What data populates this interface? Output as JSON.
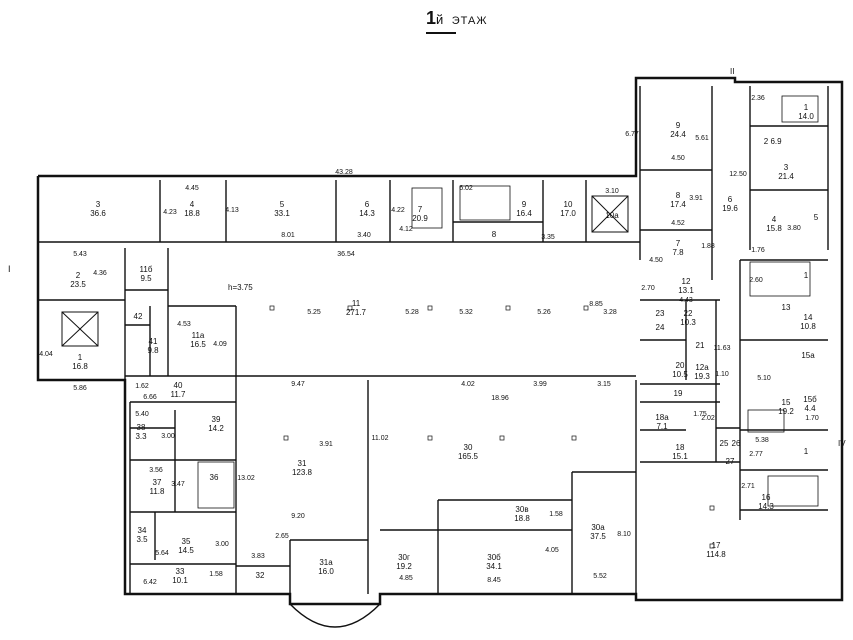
{
  "title": {
    "number": "1",
    "suffix": "й",
    "word": "ЭТАЖ"
  },
  "axis_marks": {
    "left": "I",
    "top": "II",
    "right": "IV"
  },
  "height_note": "h=3.75",
  "rooms": [
    {
      "id": "r3",
      "num": "3",
      "area": "36.6"
    },
    {
      "id": "r4",
      "num": "4",
      "area": "18.8"
    },
    {
      "id": "r5",
      "num": "5",
      "area": "33.1"
    },
    {
      "id": "r6",
      "num": "6",
      "area": "14.3"
    },
    {
      "id": "r7",
      "num": "7",
      "area": "20.9"
    },
    {
      "id": "r8",
      "num": "8",
      "area": ""
    },
    {
      "id": "r9",
      "num": "9",
      "area": "16.4"
    },
    {
      "id": "r10",
      "num": "10",
      "area": "17.0"
    },
    {
      "id": "r10a",
      "num": "10а",
      "area": ""
    },
    {
      "id": "r2",
      "num": "2",
      "area": "23.5"
    },
    {
      "id": "r1",
      "num": "1",
      "area": "16.8"
    },
    {
      "id": "r11b",
      "num": "11б",
      "area": "9.5"
    },
    {
      "id": "r42",
      "num": "42",
      "area": ""
    },
    {
      "id": "r41",
      "num": "41",
      "area": "9.8"
    },
    {
      "id": "r11a",
      "num": "11а",
      "area": "16.5"
    },
    {
      "id": "r11",
      "num": "11",
      "area": "271.7"
    },
    {
      "id": "r40",
      "num": "40",
      "area": "11.7"
    },
    {
      "id": "r38",
      "num": "38",
      "area": "3.3"
    },
    {
      "id": "r39",
      "num": "39",
      "area": "14.2"
    },
    {
      "id": "r37",
      "num": "37",
      "area": "11.8"
    },
    {
      "id": "r36",
      "num": "36",
      "area": ""
    },
    {
      "id": "r34",
      "num": "34",
      "area": "3.5"
    },
    {
      "id": "r35",
      "num": "35",
      "area": "14.5"
    },
    {
      "id": "r33",
      "num": "33",
      "area": "10.1"
    },
    {
      "id": "r32",
      "num": "32",
      "area": ""
    },
    {
      "id": "r31",
      "num": "31",
      "area": "123.8"
    },
    {
      "id": "r31a",
      "num": "31а",
      "area": "16.0"
    },
    {
      "id": "r30",
      "num": "30",
      "area": "165.5"
    },
    {
      "id": "r30v",
      "num": "30в",
      "area": "18.8"
    },
    {
      "id": "r30g",
      "num": "30г",
      "area": "19.2"
    },
    {
      "id": "r30b",
      "num": "30б",
      "area": "34.1"
    },
    {
      "id": "r30a",
      "num": "30а",
      "area": "37.5"
    },
    {
      "id": "re9",
      "num": "9",
      "area": "24.4"
    },
    {
      "id": "re8",
      "num": "8",
      "area": "17.4"
    },
    {
      "id": "re7",
      "num": "7",
      "area": "7.8"
    },
    {
      "id": "re6",
      "num": "6",
      "area": "19.6"
    },
    {
      "id": "re1",
      "num": "1",
      "area": "14.0"
    },
    {
      "id": "re2",
      "num": "2",
      "area": "6.9"
    },
    {
      "id": "re3",
      "num": "3",
      "area": "21.4"
    },
    {
      "id": "re4",
      "num": "4",
      "area": "15.8"
    },
    {
      "id": "re5",
      "num": "5",
      "area": ""
    },
    {
      "id": "re12",
      "num": "12",
      "area": "13.1"
    },
    {
      "id": "re22",
      "num": "22",
      "area": "10.3"
    },
    {
      "id": "re23",
      "num": "23",
      "area": ""
    },
    {
      "id": "re24",
      "num": "24",
      "area": ""
    },
    {
      "id": "re21",
      "num": "21",
      "area": ""
    },
    {
      "id": "re20",
      "num": "20",
      "area": "10.5"
    },
    {
      "id": "re12a",
      "num": "12а",
      "area": "19.3"
    },
    {
      "id": "re13",
      "num": "13",
      "area": ""
    },
    {
      "id": "re14",
      "num": "14",
      "area": "10.8"
    },
    {
      "id": "re15a",
      "num": "15а",
      "area": ""
    },
    {
      "id": "re15",
      "num": "15",
      "area": "19.2"
    },
    {
      "id": "re15b",
      "num": "15б",
      "area": "4.4"
    },
    {
      "id": "re19",
      "num": "19",
      "area": ""
    },
    {
      "id": "re18a",
      "num": "18а",
      "area": "7.1"
    },
    {
      "id": "re18",
      "num": "18",
      "area": "15.1"
    },
    {
      "id": "re25",
      "num": "25",
      "area": ""
    },
    {
      "id": "re26",
      "num": "26",
      "area": ""
    },
    {
      "id": "re27",
      "num": "27",
      "area": ""
    },
    {
      "id": "re16",
      "num": "16",
      "area": "14.3"
    },
    {
      "id": "re17",
      "num": "17",
      "area": "114.8"
    },
    {
      "id": "re1b",
      "num": "1",
      "area": ""
    },
    {
      "id": "re1c",
      "num": "1",
      "area": ""
    }
  ],
  "dimensions": [
    "43.28",
    "4.45",
    "4.23",
    "4.13",
    "4.22",
    "6.02",
    "3.10",
    "8.01",
    "3.40",
    "4.12",
    "3.35",
    "36.54",
    "5.43",
    "4.36",
    "4.04",
    "5.86",
    "4.53",
    "4.09",
    "5.25",
    "5.28",
    "5.32",
    "5.26",
    "3.28",
    "8.85",
    "2.70",
    "1.62",
    "6.66",
    "9.47",
    "4.02",
    "3.99",
    "3.15",
    "18.96",
    "5.40",
    "3.00",
    "3.91",
    "11.02",
    "13.02",
    "3.56",
    "3.47",
    "5.64",
    "3.00",
    "6.42",
    "1.58",
    "9.20",
    "2.65",
    "3.83",
    "4.85",
    "8.45",
    "4.05",
    "5.52",
    "1.58",
    "8.10",
    "6.77",
    "5.61",
    "4.50",
    "2.36",
    "12.50",
    "3.91",
    "4.52",
    "1.76",
    "1.88",
    "4.50",
    "3.80",
    "2.60",
    "4.43",
    "11.63",
    "5.10",
    "1.75",
    "2.02",
    "5.38",
    "2.77",
    "1.70",
    "1.10",
    "2.71"
  ]
}
